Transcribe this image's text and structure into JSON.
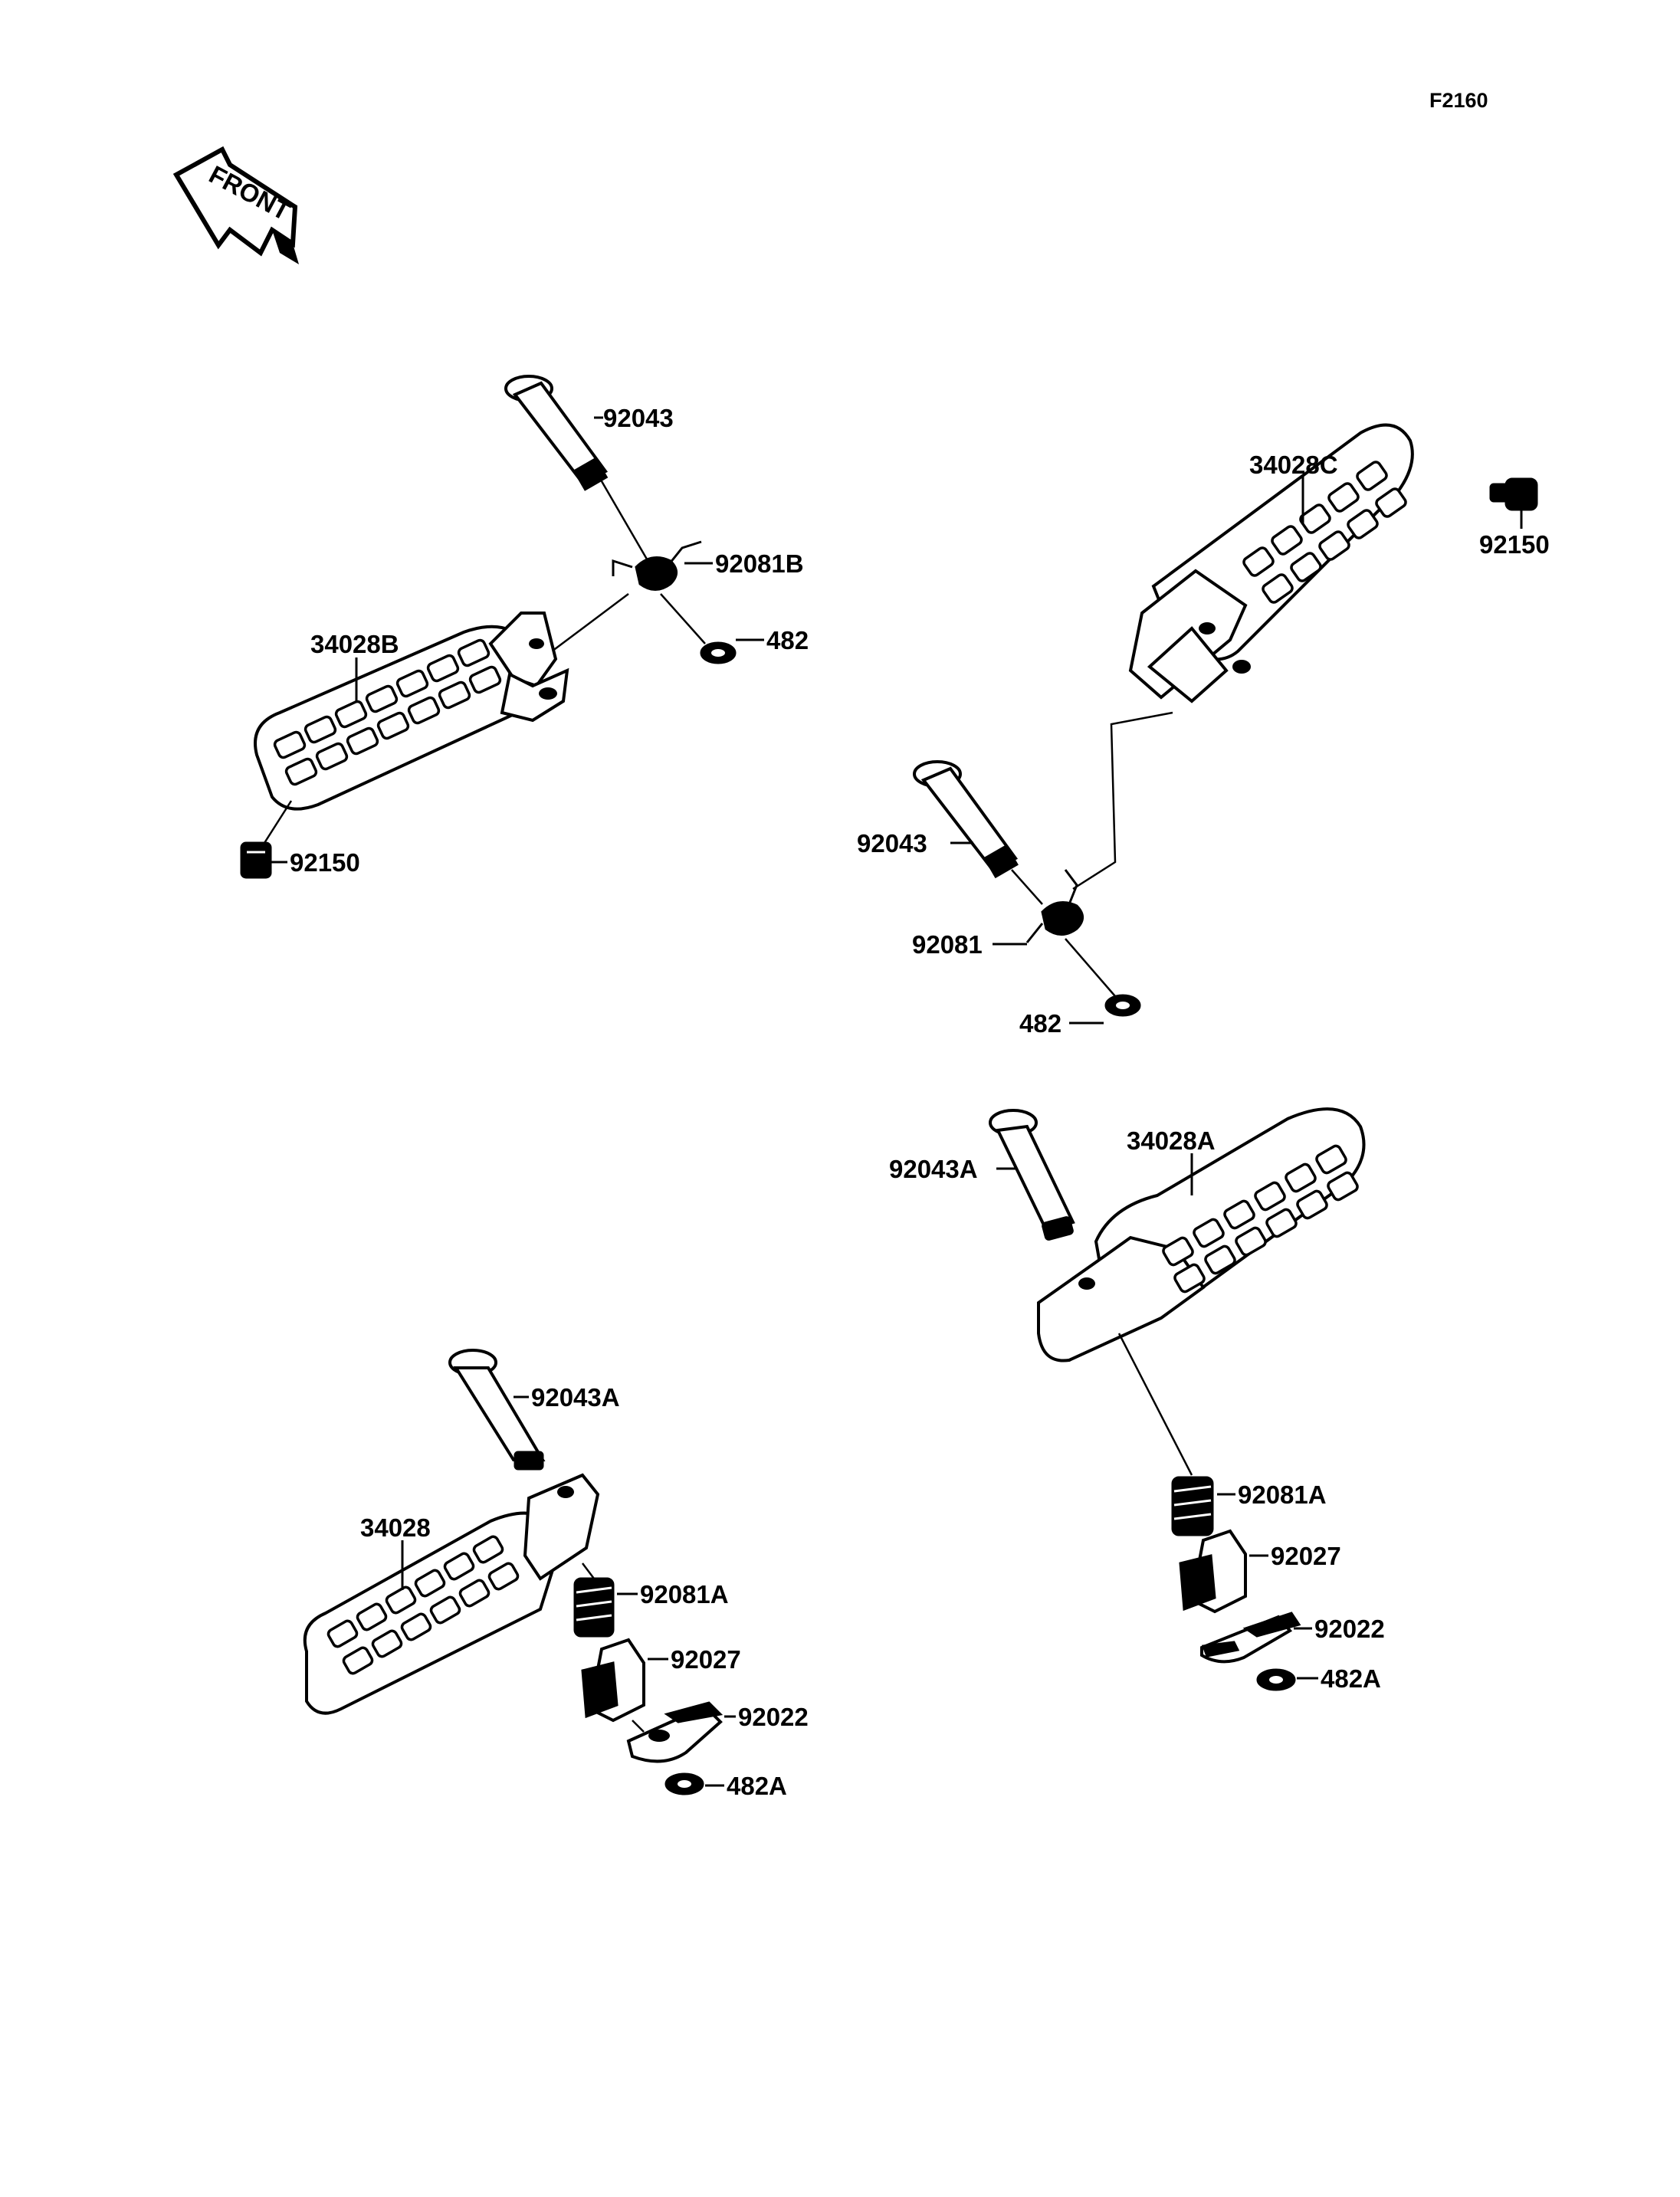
{
  "figure_code": "F2160",
  "front_marker": "FRONT",
  "labels": {
    "rear_left_pin": "92043",
    "rear_left_spring": "92081B",
    "rear_left_clip": "482",
    "rear_left_footpeg": "34028B",
    "rear_left_bolt": "92150",
    "rear_right_footpeg": "34028C",
    "rear_right_bolt": "92150",
    "rear_right_pin": "92043",
    "rear_right_spring": "92081",
    "rear_right_clip": "482",
    "front_left_pin": "92043A",
    "front_left_footpeg": "34028",
    "front_left_spring": "92081A",
    "front_left_bushing": "92027",
    "front_left_plate": "92022",
    "front_left_clip": "482A",
    "front_right_pin": "92043A",
    "front_right_footpeg": "34028A",
    "front_right_spring": "92081A",
    "front_right_bushing": "92027",
    "front_right_plate": "92022",
    "front_right_clip": "482A"
  }
}
